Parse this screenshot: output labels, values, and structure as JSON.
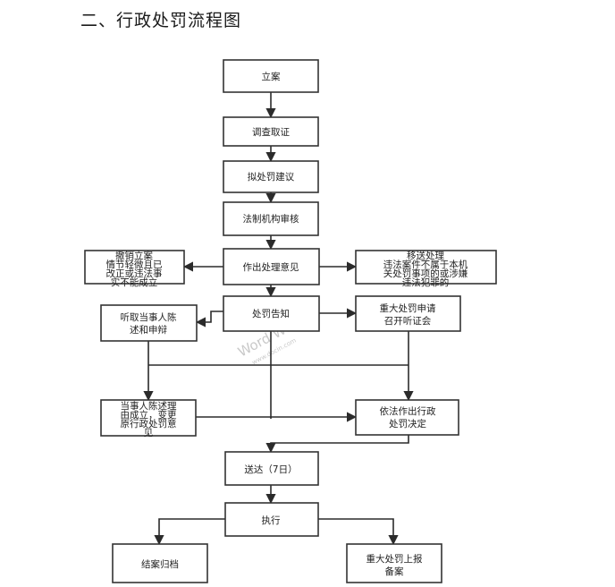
{
  "page": {
    "heading": "二、行政处罚流程图"
  },
  "flowchart": {
    "nodes": {
      "case_filing": "立案",
      "investigation": "调查取证",
      "proposed_penalty": "拟处罚建议",
      "legal_review": "法制机构审核",
      "decision_opinion": "作出处理意见",
      "revoke_case": [
        "撤销立案",
        "情节轻微且已",
        "改正或违法事",
        "实不能成立"
      ],
      "transfer": [
        "移送处理",
        "违法案件不属于本机",
        "关处罚事项的或涉嫌",
        "违法犯罪的"
      ],
      "penalty_notice": "处罚告知",
      "hear_statement": [
        "听取当事人陈",
        "述和申辩"
      ],
      "major_hearing": [
        "重大处罚申请",
        "召开听证会"
      ],
      "statement_valid": [
        "当事人陈述理",
        "由成立，变更",
        "原行政处罚意",
        "见"
      ],
      "final_decision": [
        "依法作出行政",
        "处罚决定"
      ],
      "delivery": "送达（7日）",
      "execution": "执行",
      "closing": "结案归档",
      "major_report": [
        "重大处罚上报",
        "备案"
      ]
    },
    "watermark": {
      "line1": "Word Word",
      "line2": "www.docin.com"
    }
  }
}
